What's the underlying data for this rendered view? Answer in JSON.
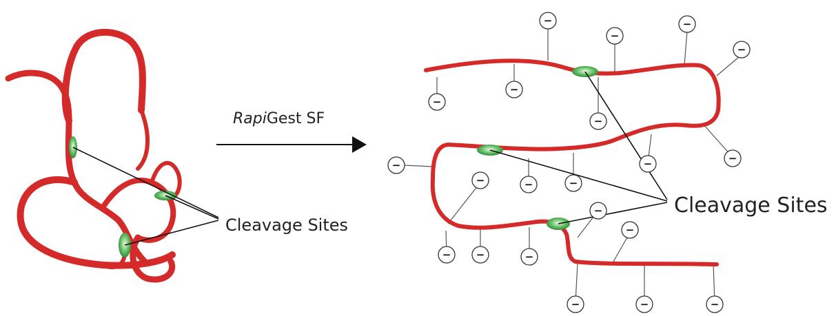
{
  "reagent": {
    "italic_part": "Rapi",
    "rest": "Gest SF"
  },
  "left_panel": {
    "label": "Cleavage Sites"
  },
  "right_panel": {
    "label": "Cleavage Sites",
    "charge_symbol": "−"
  },
  "colors": {
    "protein_ribbon": "#d42a2a",
    "cleavage_site": "#58b55c",
    "arrow": "#111111",
    "charge_circle_stroke": "#333333"
  }
}
